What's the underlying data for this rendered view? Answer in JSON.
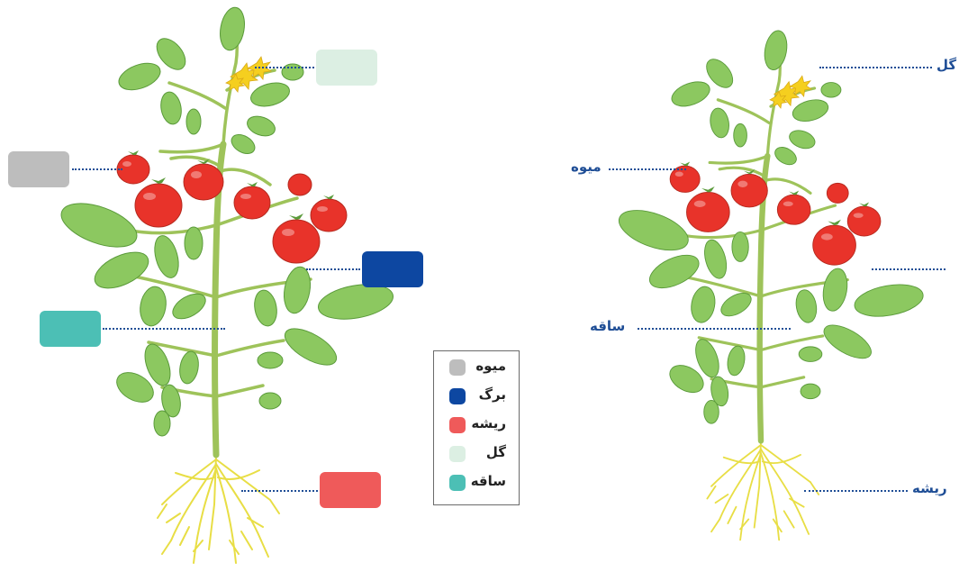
{
  "colors": {
    "fruit": "#bdbdbd",
    "leaf": "#0d47a1",
    "root": "#ef5a5a",
    "flower": "#dcefe3",
    "stem": "#4cbfb5",
    "leader": "#1f4e96",
    "label": "#1f4e96"
  },
  "legend": [
    {
      "label": "میوه",
      "color": "#bdbdbd"
    },
    {
      "label": "برگ",
      "color": "#0d47a1"
    },
    {
      "label": "ریشه",
      "color": "#ef5a5a"
    },
    {
      "label": "گل",
      "color": "#dcefe3"
    },
    {
      "label": "ساقه",
      "color": "#4cbfb5"
    }
  ],
  "right_labels": {
    "flower": "گل",
    "fruit": "میوه",
    "stem": "ساقه",
    "root": "ریشه"
  }
}
